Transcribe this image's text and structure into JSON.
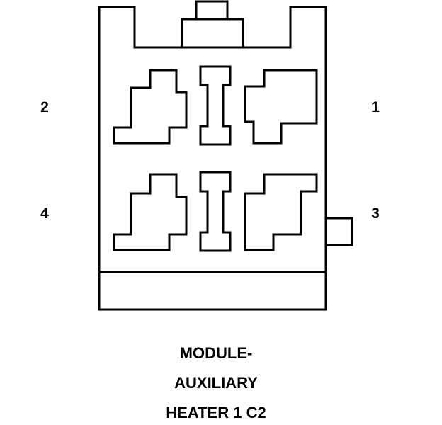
{
  "connector": {
    "title_lines": [
      "MODULE-",
      "AUXILIARY",
      "HEATER 1 C2"
    ],
    "pins": [
      {
        "number": "2"
      },
      {
        "number": "1"
      },
      {
        "number": "4"
      },
      {
        "number": "3"
      }
    ]
  },
  "colors": {
    "line": "#000000",
    "background": "#ffffff"
  }
}
